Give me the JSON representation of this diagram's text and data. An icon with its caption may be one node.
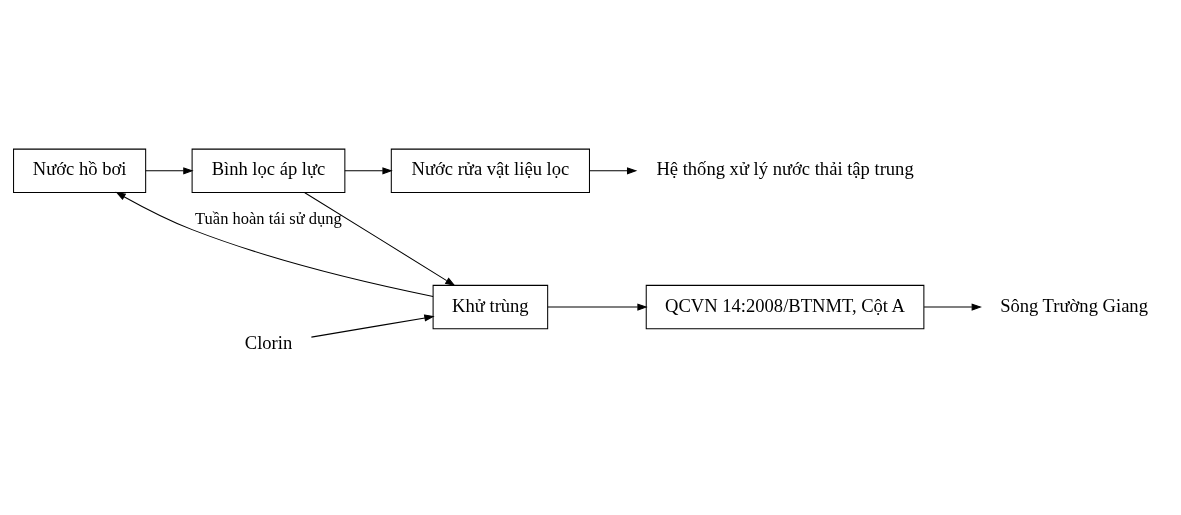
{
  "diagram": {
    "nodes": [
      {
        "text": [
          "Nước hồ bơi"
        ]
      },
      {
        "text": [
          "Bình lọc áp lực"
        ]
      },
      {
        "text": [
          "Nước rửa vật liệu lọc"
        ]
      },
      {
        "text": [
          "Hệ thống xử lý nước thải tập trung"
        ]
      },
      {
        "text": [
          "Khử trùng"
        ]
      },
      {
        "text": [
          "Clorin"
        ]
      },
      {
        "text": [
          "QCVN 14:2008/BTNMT, Cột A"
        ]
      },
      {
        "text": [
          "Sông Trường Giang"
        ]
      }
    ],
    "edges": [
      {
        "from": 0,
        "to": 1,
        "arrow": "to"
      },
      {
        "from": 1,
        "to": 2,
        "arrow": "to"
      },
      {
        "from": 2,
        "to": 3,
        "arrow": "to"
      },
      {
        "from": 1,
        "to": 4,
        "arrow": "to"
      },
      {
        "from": 5,
        "to": 4,
        "arrow": "to"
      },
      {
        "from": 4,
        "to": 6,
        "arrow": "to"
      },
      {
        "from": 4,
        "to": 0,
        "arrow": "to",
        "label": "Tuần hoàn tái sử dụng"
      },
      {
        "from": 6,
        "to": 7,
        "arrow": "to"
      }
    ]
  }
}
